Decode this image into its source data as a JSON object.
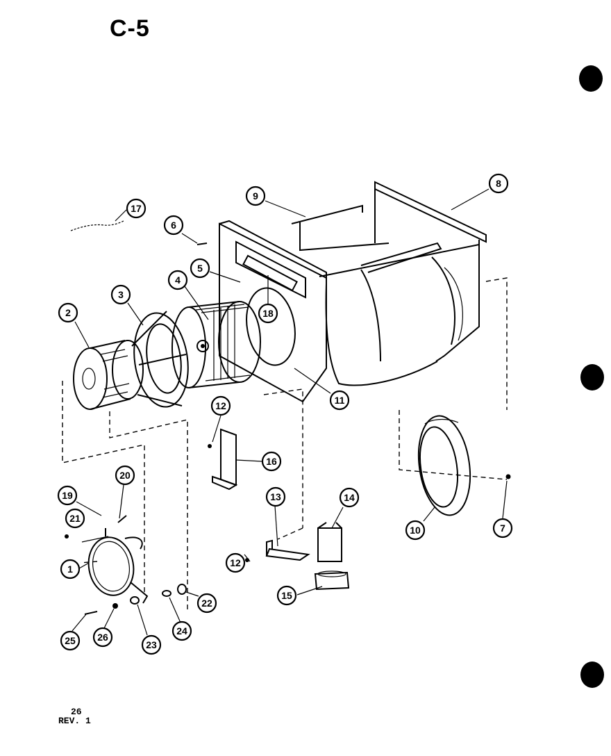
{
  "header": {
    "title": "C-5"
  },
  "footer": {
    "page_number": "26",
    "revision": "REV. 1"
  },
  "callouts": [
    {
      "id": "17",
      "label": "17"
    },
    {
      "id": "6",
      "label": "6"
    },
    {
      "id": "9",
      "label": "9"
    },
    {
      "id": "8",
      "label": "8"
    },
    {
      "id": "5",
      "label": "5"
    },
    {
      "id": "4",
      "label": "4"
    },
    {
      "id": "3",
      "label": "3"
    },
    {
      "id": "2",
      "label": "2"
    },
    {
      "id": "18",
      "label": "18"
    },
    {
      "id": "11",
      "label": "11"
    },
    {
      "id": "12a",
      "label": "12"
    },
    {
      "id": "16",
      "label": "16"
    },
    {
      "id": "20",
      "label": "20"
    },
    {
      "id": "19",
      "label": "19"
    },
    {
      "id": "21",
      "label": "21"
    },
    {
      "id": "1",
      "label": "1"
    },
    {
      "id": "13",
      "label": "13"
    },
    {
      "id": "14",
      "label": "14"
    },
    {
      "id": "12b",
      "label": "12"
    },
    {
      "id": "15",
      "label": "15"
    },
    {
      "id": "10",
      "label": "10"
    },
    {
      "id": "7",
      "label": "7"
    },
    {
      "id": "22",
      "label": "22"
    },
    {
      "id": "24",
      "label": "24"
    },
    {
      "id": "23",
      "label": "23"
    },
    {
      "id": "26",
      "label": "26"
    },
    {
      "id": "25",
      "label": "25"
    }
  ]
}
